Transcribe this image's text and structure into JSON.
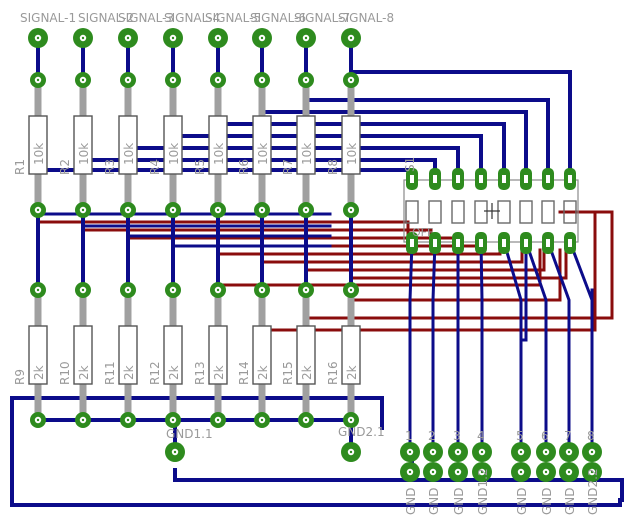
{
  "signals": [
    "SIGNAL-1",
    "SIGNAL-2",
    "SIGNAL-3",
    "SIGNAL-4",
    "SIGNAL-5",
    "SIGNAL-6",
    "SIGNAL-7",
    "SIGNAL-8"
  ],
  "top_resistors": [
    {
      "name": "R1",
      "value": "10k"
    },
    {
      "name": "R2",
      "value": "10k"
    },
    {
      "name": "R3",
      "value": "10k"
    },
    {
      "name": "R4",
      "value": "10k"
    },
    {
      "name": "R5",
      "value": "10k"
    },
    {
      "name": "R6",
      "value": "10k"
    },
    {
      "name": "R7",
      "value": "10k"
    },
    {
      "name": "R8",
      "value": "10k"
    }
  ],
  "bottom_resistors": [
    {
      "name": "R9",
      "value": "2k"
    },
    {
      "name": "R10",
      "value": "2k"
    },
    {
      "name": "R11",
      "value": "2k"
    },
    {
      "name": "R12",
      "value": "2k"
    },
    {
      "name": "R13",
      "value": "2k"
    },
    {
      "name": "R14",
      "value": "2k"
    },
    {
      "name": "R15",
      "value": "2k"
    },
    {
      "name": "R16",
      "value": "2k"
    }
  ],
  "switch": {
    "name": "S1",
    "off_label": "OFF"
  },
  "gnd_pads": [
    "GND1.1",
    "GND2.1"
  ],
  "header_numbers": [
    "1",
    "2",
    "3",
    "4",
    "5",
    "6",
    "7",
    "8"
  ],
  "header_gnd_labels": [
    "GND",
    "GND",
    "GND",
    "GND1.2",
    "GND",
    "GND",
    "GND",
    "GND2.2"
  ],
  "colors": {
    "top_trace": "#0c0c8a",
    "bottom_trace": "#8a0c0c",
    "pad": "#2e8b1e",
    "silk": "#9a9a9a"
  }
}
